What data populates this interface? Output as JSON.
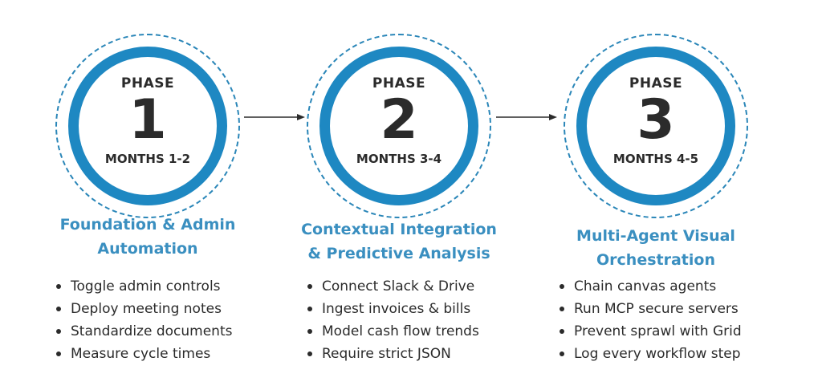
{
  "phases": [
    {
      "label": "PHASE",
      "number": "1",
      "months": "MONTHS 1-2",
      "title_lines": [
        "Foundation & Admin",
        "Automation"
      ],
      "bullets": [
        "Toggle admin controls",
        "Deploy meeting notes",
        "Standardize documents",
        "Measure cycle times"
      ]
    },
    {
      "label": "PHASE",
      "number": "2",
      "months": "MONTHS 3-4",
      "title_lines": [
        "Contextual Integration",
        "& Predictive Analysis"
      ],
      "bullets": [
        "Connect Slack & Drive",
        "Ingest invoices & bills",
        "Model cash flow trends",
        "Require strict JSON"
      ]
    },
    {
      "label": "PHASE",
      "number": "3",
      "months": "MONTHS 4-5",
      "title_lines": [
        "Multi-Agent Visual",
        "Orchestration"
      ],
      "bullets": [
        "Chain canvas agents",
        "Run MCP secure servers",
        "Prevent sprawl with Grid",
        "Log every workflow step"
      ]
    }
  ],
  "colors": {
    "ring": "#1e88c2",
    "dashed_ring": "#2a86b8",
    "title": "#3a8fc0",
    "text": "#2b2b2b"
  }
}
